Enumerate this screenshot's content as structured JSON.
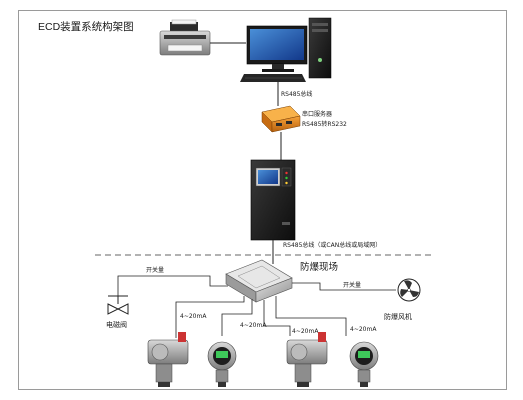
{
  "title": "ECD装置系统构架图",
  "bus_top": "RS485总线",
  "serial_server": {
    "line1": "串口服务器",
    "line2": "RS485转RS232"
  },
  "bus_bottom": "RS485总线（或CAN总线或局域网）",
  "zone_label": "防爆现场",
  "switch_left": "开关量",
  "switch_right": "开关量",
  "valve_label": "电磁阀",
  "fan_label": "防爆风机",
  "signal_label": "4~20mA"
}
